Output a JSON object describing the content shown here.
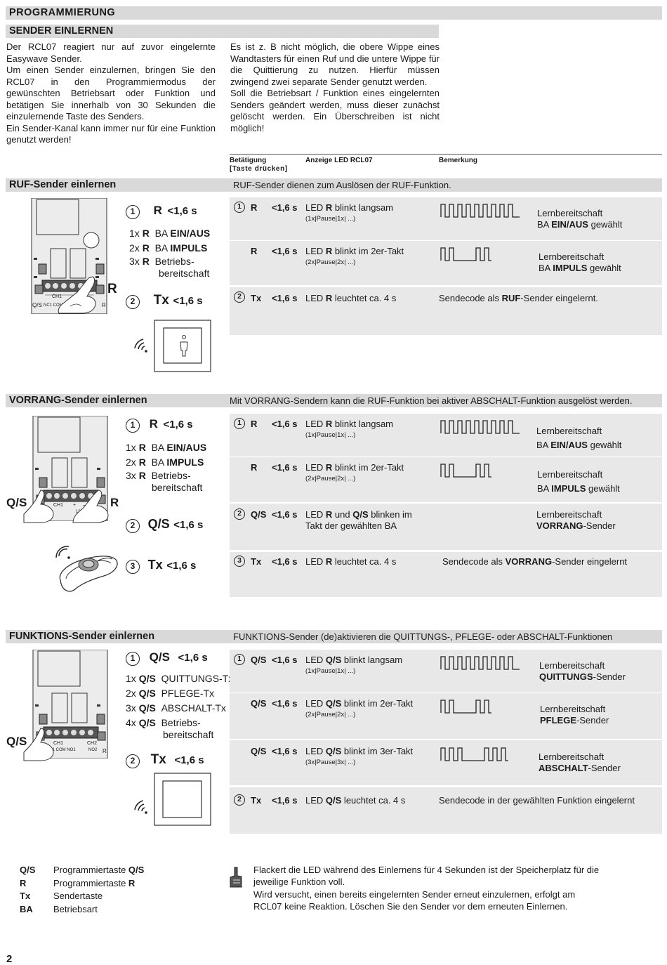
{
  "page": {
    "title": "PROGRAMMIERUNG",
    "page_number": "2"
  },
  "intro": {
    "title": "SENDER  EINLERNEN",
    "left_paragraphs": [
      "Der RCL07 reagiert nur auf zuvor eingelernte Easywave Sender.",
      "Um einen Sender einzulernen, bringen Sie den RCL07 in den Programmiermodus der gewünschten Betriebsart oder Funktion und betätigen Sie innerhalb von 30 Sekunden die einzulernende Taste des Senders.",
      "Ein Sender-Kanal kann immer nur für eine Funktion genutzt werden!"
    ],
    "right_paragraphs": [
      "Es ist z. B nicht möglich, die obere Wippe eines Wandtasters für einen Ruf und die untere Wippe für die Quittierung zu nutzen. Hierfür müssen zwingend zwei separate Sender genutzt werden.",
      "Soll die Betriebsart / Funktion eines eingelernten Senders geändert werden, muss dieser zunächst gelöscht werden. Ein Überschreiben ist nicht möglich!"
    ]
  },
  "table_header": {
    "col1": "Betätigung",
    "col1b": "[Taste drücken]",
    "col2": "Anzeige LED RCL07",
    "col3": "Bemerkung"
  },
  "board_labels": {
    "ch1": "CH1",
    "ch2": "CH2",
    "qs": "Q/S",
    "r": "R",
    "terminals": "NC1 COM NO1",
    "terminals2": "NO2",
    "vdc": "12–24 VDC",
    "plus": "+",
    "minus": "–"
  },
  "ruf": {
    "title": "RUF-Sender einlernen",
    "desc": "RUF-Sender dienen zum Auslösen der RUF-Funktion.",
    "board_side_label": "R",
    "step1": {
      "num": "1",
      "key": "R",
      "time": "<1,6 s"
    },
    "options": [
      {
        "count": "1x",
        "key": "R",
        "pre": "BA ",
        "bold": "EIN/AUS"
      },
      {
        "count": "2x",
        "key": "R",
        "pre": "BA ",
        "bold": "IMPULS"
      },
      {
        "count": "3x",
        "key": "R",
        "pre": "Betriebs-",
        "line2": "bereitschaft"
      }
    ],
    "step2": {
      "num": "2",
      "key": "Tx",
      "time": "<1,6 s"
    },
    "rows": [
      {
        "num": "1",
        "key": "R",
        "time": "<1,6 s",
        "led_pre": "LED ",
        "led_bold": "R",
        "led_post": " blinkt langsam",
        "pattern": "(1x|Pause|1x| ...)",
        "remark1": "Lernbereitschaft",
        "remark2_pre": "BA ",
        "remark2_bold": "EIN/AUS",
        "remark2_post": " gewählt"
      },
      {
        "num": "",
        "key": "R",
        "time": "<1,6 s",
        "led_pre": "LED ",
        "led_bold": "R",
        "led_post": " blinkt im 2er-Takt",
        "pattern": "(2x|Pause|2x| ...)",
        "remark1": "Lernbereitschaft",
        "remark2_pre": "BA ",
        "remark2_bold": "IMPULS",
        "remark2_post": " gewählt"
      },
      {
        "num": "2",
        "key": "Tx",
        "time": "<1,6 s",
        "led_pre": "LED ",
        "led_bold": "R",
        "led_post": " leuchtet ca. 4 s",
        "remark_pre": "Sendecode als ",
        "remark_bold": "RUF",
        "remark_post": "-Sender eingelernt."
      }
    ]
  },
  "vorrang": {
    "title": "VORRANG-Sender einlernen",
    "desc": "Mit VORRANG-Sendern kann die RUF-Funktion bei aktiver ABSCHALT-Funktion ausgelöst werden.",
    "left_label": "Q/S",
    "right_label": "R",
    "step1": {
      "num": "1",
      "key": "R",
      "time": "<1,6 s"
    },
    "options": [
      {
        "count": "1x",
        "key": "R",
        "pre": "BA ",
        "bold": "EIN/AUS"
      },
      {
        "count": "2x",
        "key": "R",
        "pre": "BA ",
        "bold": "IMPULS"
      },
      {
        "count": "3x",
        "key": "R",
        "pre": "Betriebs-",
        "line2": "bereitschaft"
      }
    ],
    "step2": {
      "num": "2",
      "key": "Q/S",
      "time": "<1,6 s"
    },
    "step3": {
      "num": "3",
      "key": "Tx",
      "time": "<1,6 s"
    },
    "rows": [
      {
        "num": "1",
        "key": "R",
        "time": "<1,6 s",
        "led_pre": "LED ",
        "led_bold": "R",
        "led_post": " blinkt langsam",
        "pattern": "(1x|Pause|1x| ...)",
        "remark1": "Lernbereitschaft",
        "remark2_pre": "BA ",
        "remark2_bold": "EIN/AUS",
        "remark2_post": " gewählt"
      },
      {
        "num": "",
        "key": "R",
        "time": "<1,6 s",
        "led_pre": "LED ",
        "led_bold": "R",
        "led_post": " blinkt im 2er-Takt",
        "pattern": "(2x|Pause|2x| ...)",
        "remark1": "Lernbereitschaft",
        "remark2_pre": "BA ",
        "remark2_bold": "IMPULS",
        "remark2_post": " gewählt"
      },
      {
        "num": "2",
        "key": "Q/S",
        "time": "<1,6 s",
        "led_pre": "LED ",
        "led_bold": "R",
        "led_mid": " und ",
        "led_bold2": "Q/S",
        "led_post": " blinken im",
        "led_line2": "Takt der gewählten BA",
        "remark1": "Lernbereitschaft",
        "remark2_bold": "VORRANG",
        "remark2_post": "-Sender"
      },
      {
        "num": "3",
        "key": "Tx",
        "time": "<1,6 s",
        "led_pre": "LED ",
        "led_bold": "R",
        "led_post": " leuchtet ca. 4 s",
        "remark_pre": "Sendecode als ",
        "remark_bold": "VORRANG",
        "remark_post": "-Sender eingelernt"
      }
    ]
  },
  "funktion": {
    "title": "FUNKTIONS-Sender einlernen",
    "desc": "FUNKTIONS-Sender (de)aktivieren die QUITTUNGS-, PFLEGE- oder ABSCHALT-Funktionen",
    "left_label": "Q/S",
    "step1": {
      "num": "1",
      "key": "Q/S",
      "time": "<1,6 s"
    },
    "options": [
      {
        "count": "1x",
        "key": "Q/S",
        "pre": "QUITTUNGS-Tx"
      },
      {
        "count": "2x",
        "key": "Q/S",
        "pre": "PFLEGE-Tx"
      },
      {
        "count": "3x",
        "key": "Q/S",
        "pre": "ABSCHALT-Tx"
      },
      {
        "count": "4x",
        "key": "Q/S",
        "pre": "Betriebs-",
        "line2": "bereitschaft"
      }
    ],
    "step2": {
      "num": "2",
      "key": "Tx",
      "time": "<1,6 s"
    },
    "rows": [
      {
        "num": "1",
        "key": "Q/S",
        "time": "<1,6 s",
        "led_pre": "LED ",
        "led_bold": "Q/S",
        "led_post": " blinkt langsam",
        "pattern": "(1x|Pause|1x| ...)",
        "remark1": "Lernbereitschaft",
        "remark2_bold": "QUITTUNGS",
        "remark2_post": "-Sender"
      },
      {
        "num": "",
        "key": "Q/S",
        "time": "<1,6 s",
        "led_pre": "LED ",
        "led_bold": "Q/S",
        "led_post": " blinkt im 2er-Takt",
        "pattern": "(2x|Pause|2x| ...)",
        "remark1": "Lernbereitschaft",
        "remark2_bold": "PFLEGE",
        "remark2_post": "-Sender"
      },
      {
        "num": "",
        "key": "Q/S",
        "time": "<1,6 s",
        "led_pre": "LED ",
        "led_bold": "Q/S",
        "led_post": " blinkt im 3er-Takt",
        "pattern": "(3x|Pause|3x| ...)",
        "remark1": "Lernbereitschaft",
        "remark2_bold": "ABSCHALT",
        "remark2_post": "-Sender"
      },
      {
        "num": "2",
        "key": "Tx",
        "time": "<1,6 s",
        "led_pre": "LED ",
        "led_bold": "Q/S",
        "led_post": " leuchtet ca. 4 s",
        "remark_pre": "Sendecode in der gewählten Funktion eingelernt"
      }
    ]
  },
  "legend": [
    {
      "abbr": "Q/S",
      "desc_pre": "Programmiertaste ",
      "desc_bold": "Q/S"
    },
    {
      "abbr": "R",
      "desc_pre": "Programmiertaste ",
      "desc_bold": "R"
    },
    {
      "abbr": "Tx",
      "desc_pre": "Sendertaste",
      "desc_bold": ""
    },
    {
      "abbr": "BA",
      "desc_pre": "Betriebsart",
      "desc_bold": ""
    }
  ],
  "notes": [
    "Flackert die LED während des Einlernens für 4 Sekunden ist der Speicherplatz für die jeweilige Funktion voll.",
    "Wird versucht, einen bereits eingelernten Sender erneut einzulernen, erfolgt am RCL07 keine Reaktion. Löschen Sie den Sender vor dem erneuten Einlernen."
  ],
  "icons": {
    "board": "circuit-board-illustration",
    "hand": "pointing-hand-icon",
    "wall_switch": "wall-switch-icon",
    "key_fob": "key-fob-remote-icon",
    "signal": "radio-signal-icon",
    "note": "hand-note-icon"
  }
}
